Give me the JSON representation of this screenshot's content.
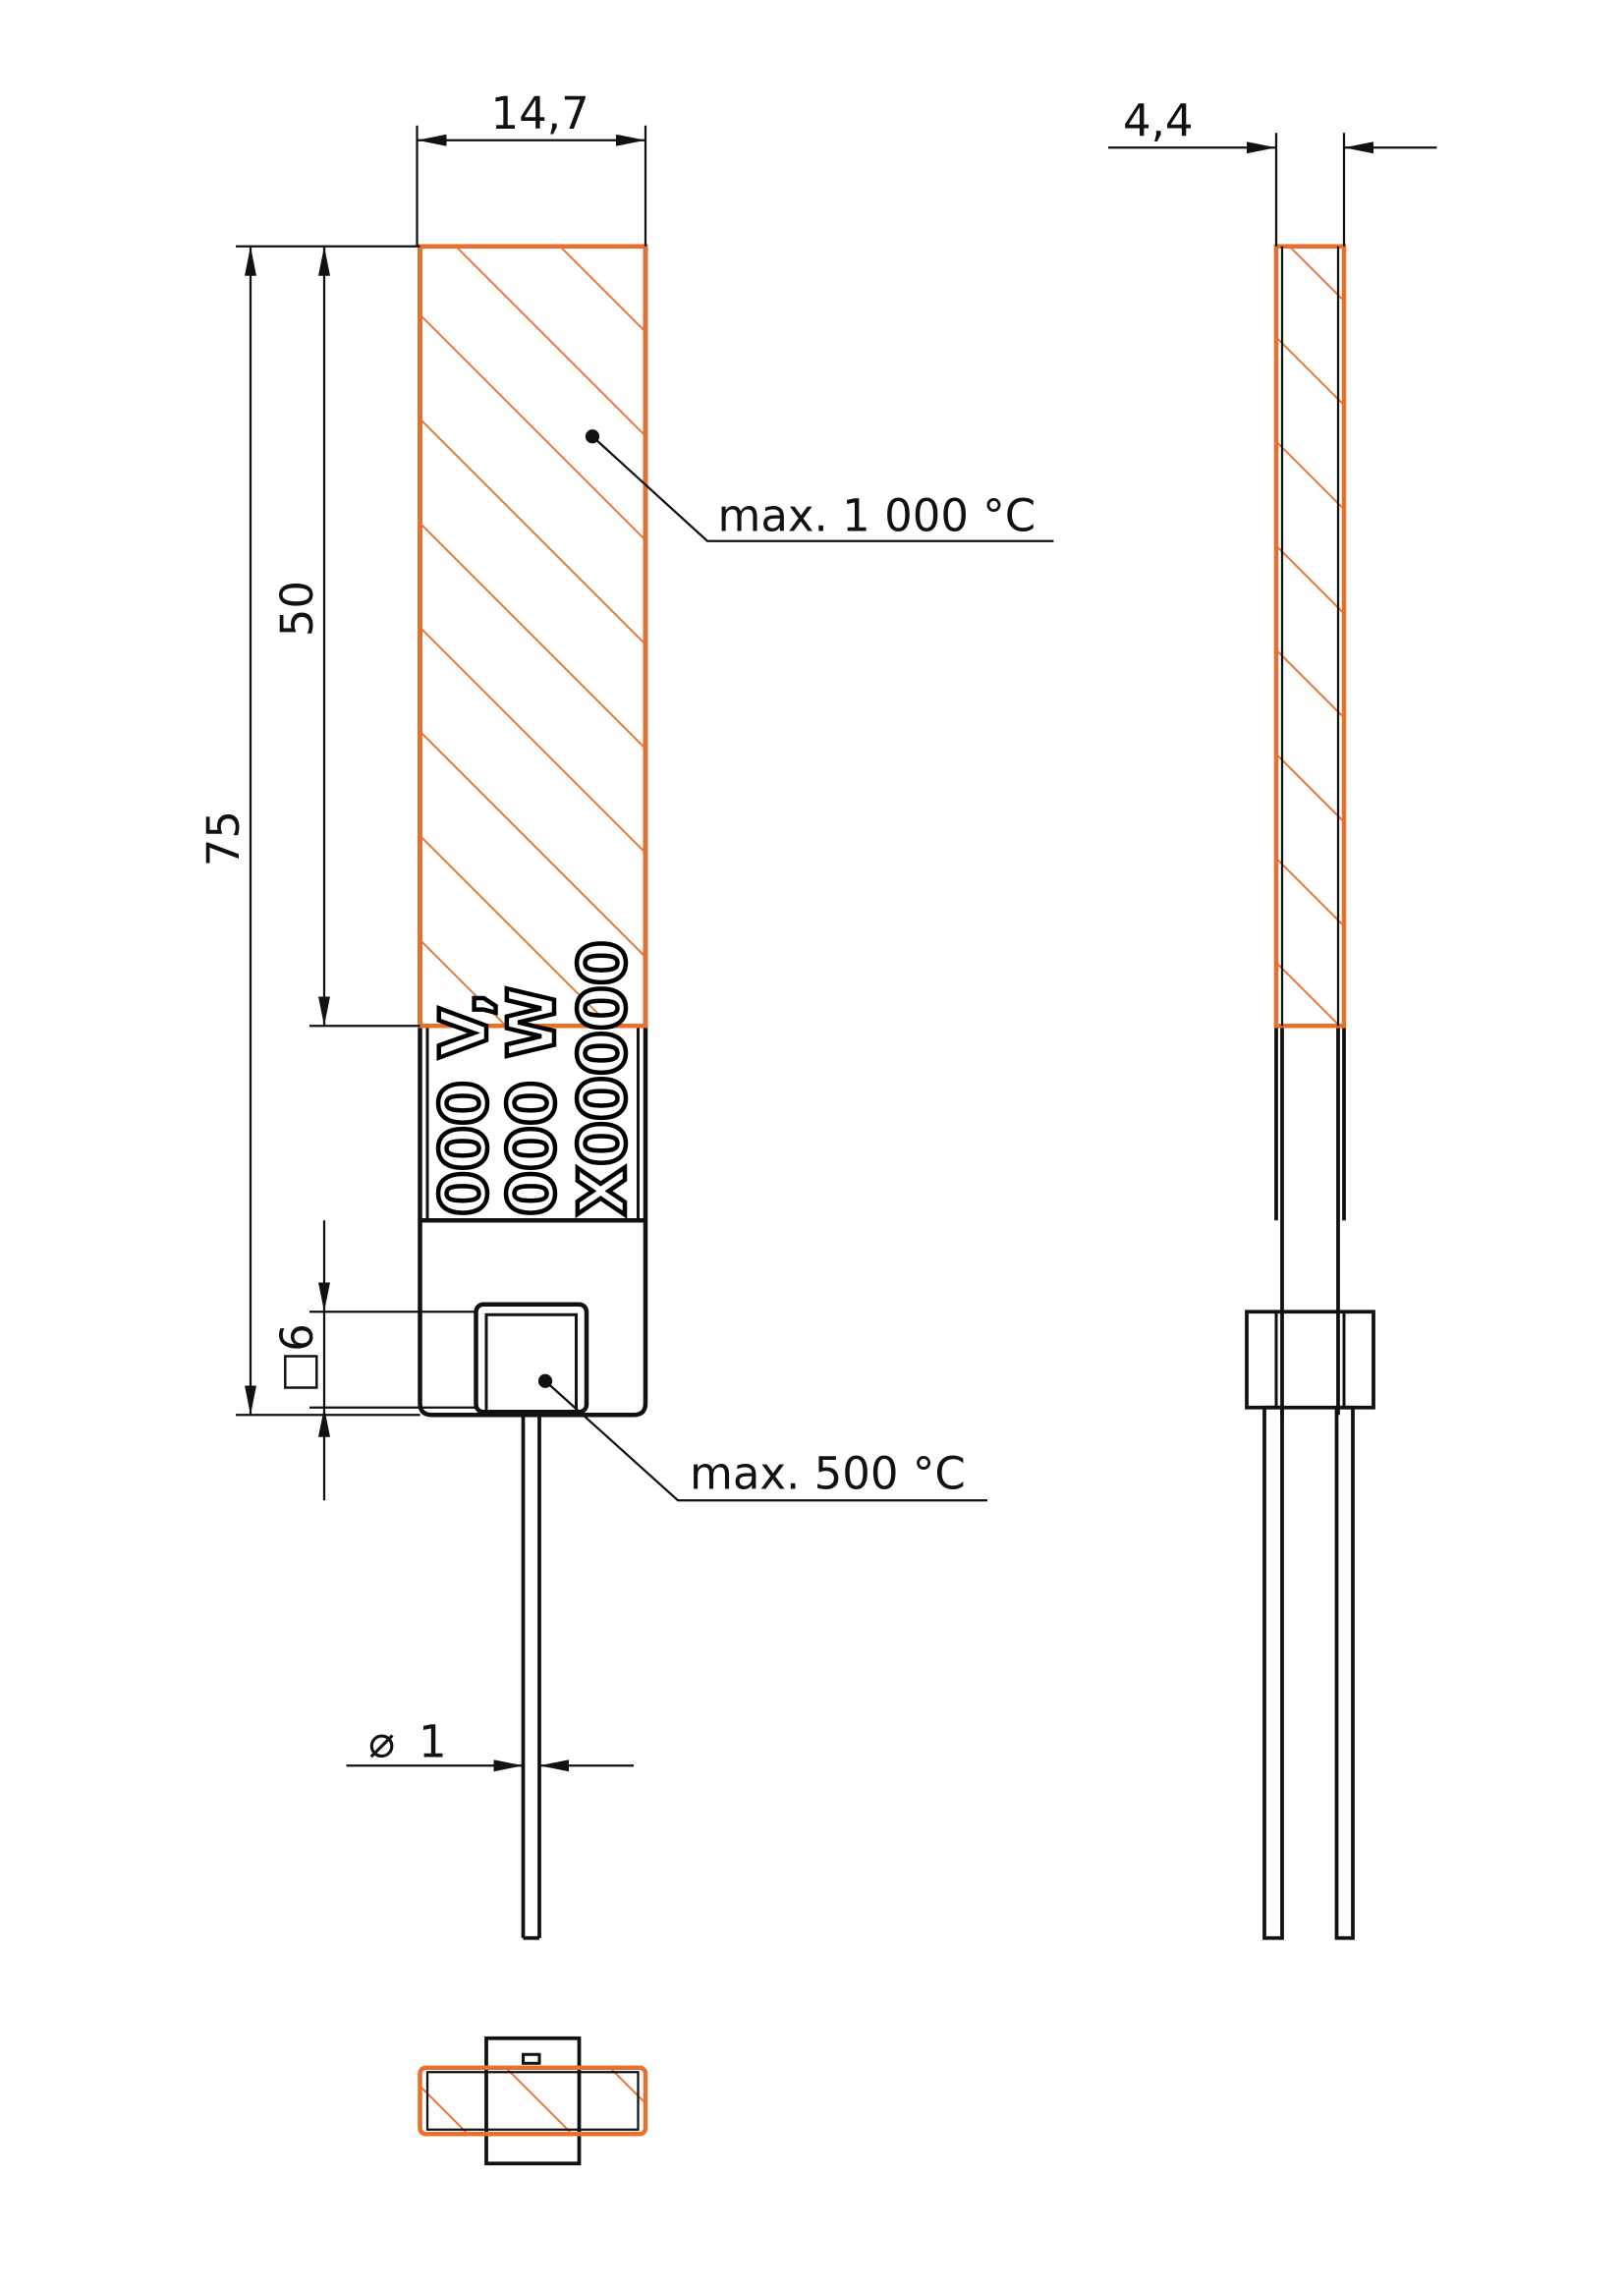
{
  "colors": {
    "hatch": "#e8702c",
    "line": "#111111"
  },
  "dimensions": {
    "width": "14,7",
    "thickness": "4,4",
    "hot_length": "50",
    "total_length": "75",
    "square_symbol": "□",
    "square": "6",
    "diameter_symbol": "⌀",
    "diameter": "1"
  },
  "annotations": {
    "hot_zone": "max. 1 000 °C",
    "cold_zone": "max. 500 °C"
  },
  "marking": [
    "000 V,",
    "000 W",
    "X00000"
  ]
}
